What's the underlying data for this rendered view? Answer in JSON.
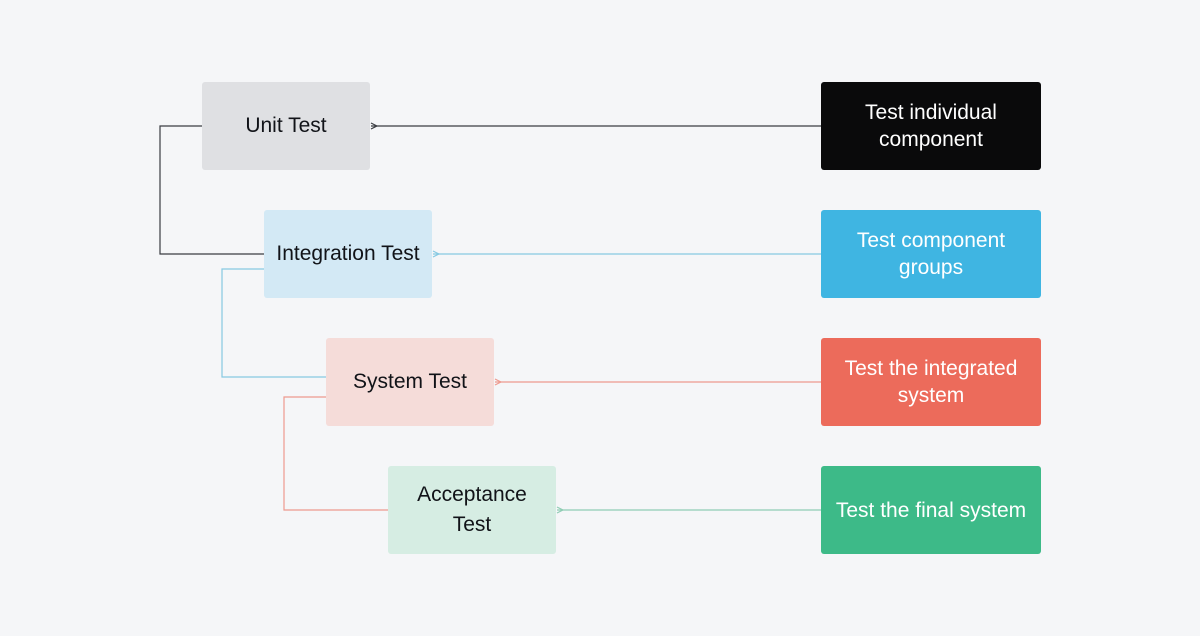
{
  "stages": [
    {
      "key": "unit",
      "label": "Unit Test",
      "description": "Test individual component",
      "stage_color": "#dfe0e3",
      "description_color": "#0a0a0b",
      "connector_color": "#3a3d42"
    },
    {
      "key": "integration",
      "label": "Integration Test",
      "description": "Test component groups",
      "stage_color": "#d3e9f5",
      "description_color": "#3fb5e2",
      "connector_color": "#86c9e2"
    },
    {
      "key": "system",
      "label": "System Test",
      "description": "Test the integrated system",
      "stage_color": "#f5dcd9",
      "description_color": "#ec6b5b",
      "connector_color": "#ee9a8f"
    },
    {
      "key": "acceptance",
      "label": "Acceptance Test",
      "description": "Test the final system",
      "stage_color": "#d6ede3",
      "description_color": "#3dba88",
      "connector_color": "#8fcdb4"
    }
  ]
}
